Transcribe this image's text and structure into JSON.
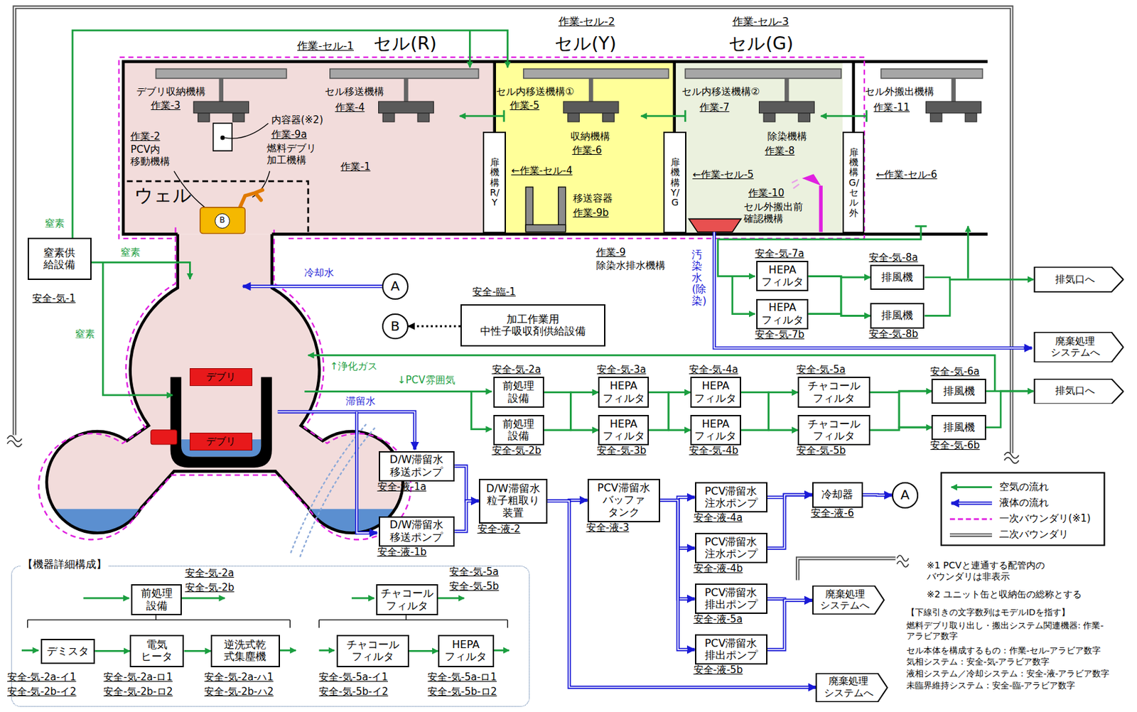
{
  "diagram": {
    "nodes": [
      {
        "text": [
          "作業-セル-1",
          "セル(R)"
        ]
      },
      {
        "text": [
          "作業-セル-2",
          "セル(Y)"
        ]
      },
      {
        "text": [
          "作業-セル-3",
          "セル(G)"
        ]
      },
      {
        "text": [
          "扉機構R/Y"
        ]
      },
      {
        "text": [
          "扉機構Y/G"
        ]
      },
      {
        "text": [
          "扉機構G/セル外"
        ]
      },
      {
        "text": [
          "窒素供 給設備",
          "安全-気-1"
        ]
      },
      {
        "text": [
          "A"
        ]
      },
      {
        "text": [
          "B"
        ]
      },
      {
        "text": [
          "加工作業用 中性子吸収剤供給設備",
          "安全-臨-1"
        ]
      },
      {
        "text": [
          "B"
        ]
      },
      {
        "text": [
          "デブリ"
        ]
      },
      {
        "text": [
          "デブリ"
        ]
      },
      {
        "text": [
          "HEPA フィルタ",
          "安全-気-7a"
        ]
      },
      {
        "text": [
          "HEPA フィルタ",
          "安全-気-7b"
        ]
      },
      {
        "text": [
          "排風機",
          "安全-気-8a"
        ]
      },
      {
        "text": [
          "排風機",
          "安全-気-8b"
        ]
      },
      {
        "text": [
          "排気口へ"
        ]
      },
      {
        "text": [
          "廃棄処理 システムへ"
        ]
      },
      {
        "text": [
          "前処理 設備",
          "安全-気-2a"
        ]
      },
      {
        "text": [
          "前処理 設備",
          "安全-気-2b"
        ]
      },
      {
        "text": [
          "HEPA フィルタ",
          "安全-気-3a"
        ]
      },
      {
        "text": [
          "HEPA フィルタ",
          "安全-気-3b"
        ]
      },
      {
        "text": [
          "HEPA フィルタ",
          "安全-気-4a"
        ]
      },
      {
        "text": [
          "HEPA フィルタ",
          "安全-気-4b"
        ]
      },
      {
        "text": [
          "チャコール フィルタ",
          "安全-気-5a"
        ]
      },
      {
        "text": [
          "チャコール フィルタ",
          "安全-気-5b"
        ]
      },
      {
        "text": [
          "排風機",
          "安全-気-6a"
        ]
      },
      {
        "text": [
          "排風機",
          "安全-気-6b"
        ]
      },
      {
        "text": [
          "排気口へ"
        ]
      },
      {
        "text": [
          "D/W滞留水 移送ポンプ",
          "安全-液-1a"
        ]
      },
      {
        "text": [
          "D/W滞留水 移送ポンプ",
          "安全-液-1b"
        ]
      },
      {
        "text": [
          "D/W滞留水 粒子粗取り 装置",
          "安全-液-2"
        ]
      },
      {
        "text": [
          "PCV滞留水 バッファ タンク",
          "安全-液-3"
        ]
      },
      {
        "text": [
          "PCV滞留水 注水ポンプ",
          "安全-液-4a"
        ]
      },
      {
        "text": [
          "PCV滞留水 注水ポンプ",
          "安全-液-4b"
        ]
      },
      {
        "text": [
          "PCV滞留水 排出ポンプ",
          "安全-液-5a"
        ]
      },
      {
        "text": [
          "PCV滞留水 排出ポンプ",
          "安全-液-5b"
        ]
      },
      {
        "text": [
          "冷却器",
          "安全-液-6"
        ]
      },
      {
        "text": [
          "A"
        ]
      },
      {
        "text": [
          "廃棄処理 システムへ"
        ]
      },
      {
        "text": [
          "廃棄処理 システムへ"
        ]
      },
      {
        "text": [
          "【機器詳細構成】"
        ]
      },
      {
        "text": [
          "前処理 設備"
        ],
        "in": 42
      },
      {
        "text": [
          "デミスタ"
        ],
        "in": 42
      },
      {
        "text": [
          "電気 ヒータ"
        ],
        "in": 42
      },
      {
        "text": [
          "逆洗式乾 式集塵機"
        ],
        "in": 42
      },
      {
        "text": [
          "チャコール フィルタ"
        ],
        "in": 42
      },
      {
        "text": [
          "チャコール フィルタ"
        ],
        "in": 42
      },
      {
        "text": [
          "HEPA フィルタ"
        ],
        "in": 42
      }
    ],
    "edges": [
      {
        "from": 19,
        "to": 21,
        "arrow": "to"
      },
      {
        "from": 19,
        "to": 22,
        "arrow": "to"
      },
      {
        "from": 20,
        "to": 21,
        "arrow": "to"
      },
      {
        "from": 20,
        "to": 22,
        "arrow": "to"
      },
      {
        "from": 21,
        "to": 23,
        "arrow": "to"
      },
      {
        "from": 21,
        "to": 24,
        "arrow": "to"
      },
      {
        "from": 22,
        "to": 23,
        "arrow": "to"
      },
      {
        "from": 22,
        "to": 24,
        "arrow": "to"
      },
      {
        "from": 23,
        "to": 25,
        "arrow": "to"
      },
      {
        "from": 23,
        "to": 26,
        "arrow": "to"
      },
      {
        "from": 24,
        "to": 25,
        "arrow": "to"
      },
      {
        "from": 24,
        "to": 26,
        "arrow": "to"
      },
      {
        "from": 25,
        "to": 27,
        "arrow": "to"
      },
      {
        "from": 25,
        "to": 28,
        "arrow": "to"
      },
      {
        "from": 26,
        "to": 27,
        "arrow": "to"
      },
      {
        "from": 26,
        "to": 28,
        "arrow": "to"
      },
      {
        "from": 27,
        "to": 29,
        "arrow": "to"
      },
      {
        "from": 28,
        "to": 29,
        "arrow": "to"
      },
      {
        "from": 13,
        "to": 15,
        "arrow": "to"
      },
      {
        "from": 13,
        "to": 16,
        "arrow": "to"
      },
      {
        "from": 14,
        "to": 15,
        "arrow": "to"
      },
      {
        "from": 14,
        "to": 16,
        "arrow": "to"
      },
      {
        "from": 15,
        "to": 17,
        "arrow": "to"
      },
      {
        "from": 16,
        "to": 17,
        "arrow": "to"
      },
      {
        "from": 30,
        "to": 32,
        "arrow": "to"
      },
      {
        "from": 31,
        "to": 32,
        "arrow": "to"
      },
      {
        "from": 32,
        "to": 33,
        "arrow": "to"
      },
      {
        "from": 32,
        "to": 41,
        "arrow": "to"
      },
      {
        "from": 33,
        "to": 34,
        "arrow": "to"
      },
      {
        "from": 33,
        "to": 35,
        "arrow": "to"
      },
      {
        "from": 33,
        "to": 36,
        "arrow": "to"
      },
      {
        "from": 33,
        "to": 37,
        "arrow": "to"
      },
      {
        "from": 34,
        "to": 38,
        "arrow": "to"
      },
      {
        "from": 35,
        "to": 38,
        "arrow": "to"
      },
      {
        "from": 38,
        "to": 39,
        "arrow": "to"
      },
      {
        "from": 36,
        "to": 40,
        "arrow": "to"
      },
      {
        "from": 37,
        "to": 40,
        "arrow": "to"
      },
      {
        "from": 9,
        "to": 8,
        "arrow": "to"
      },
      {
        "from": 44,
        "to": 45,
        "arrow": "to"
      },
      {
        "from": 45,
        "to": 46,
        "arrow": "to"
      },
      {
        "from": 48,
        "to": 49,
        "arrow": "to"
      }
    ],
    "labels": [
      "デブリ収納機構",
      "作業-3",
      "セル移送機構",
      "作業-4",
      "内容器(※2)",
      "作業-9a",
      "作業-2",
      "PCV内 移動機構",
      "燃料デブリ 加工機構",
      "作業-1",
      "ウェル",
      "セル内移送機構①",
      "作業-5",
      "収納機構",
      "作業-6",
      "←作業-セル-4",
      "移送容器",
      "作業-9b",
      "セル内移送機構②",
      "作業-7",
      "除染機構",
      "作業-8",
      "←作業-セル-5",
      "作業-10",
      "セル外搬出前 確認機構",
      "セル外搬出機構",
      "作業-11",
      "←作業-セル-6",
      "作業-9",
      "除染水排水機構",
      "冷却水",
      "汚染水(除染)",
      "↑浄化ガス",
      "↓PCV雰囲気",
      "滞留水",
      "窒素",
      "窒素",
      "窒素",
      "安全-気-2a",
      "安全-気-2b",
      "安全-気-2a-イ1",
      "安全-気-2b-イ2",
      "安全-気-2a-ロ1",
      "安全-気-2b-ロ2",
      "安全-気-2a-ハ1",
      "安全-気-2b-ハ2",
      "安全-気-5a",
      "安全-気-5b",
      "安全-気-5a-イ1",
      "安全-気-5b-イ2",
      "安全-気-5a-ロ1",
      "安全-気-5b-ロ2",
      "※1 PCVと連通する配管内の バウンダリは非表示",
      "※2 ユニット缶と収納缶の総称とする",
      "【下線引きの文字数列はモデルIDを指す】",
      "燃料デブリ取り出し・搬出システム関連機器: 作業-アラビア数字",
      "セル本体を構成するもの：作業-セル-アラビア数字",
      "気相システム：安全-気-アラビア数字",
      "液相システム／冷却システム：安全-液-アラビア数字",
      "未臨界維持システム：安全-臨-アラビア数字"
    ],
    "legend": [
      {
        "text": "空気の流れ"
      },
      {
        "text": "液体の流れ"
      },
      {
        "text": "一次バウンダリ(※1)"
      },
      {
        "text": "二次バウンダリ"
      }
    ]
  }
}
